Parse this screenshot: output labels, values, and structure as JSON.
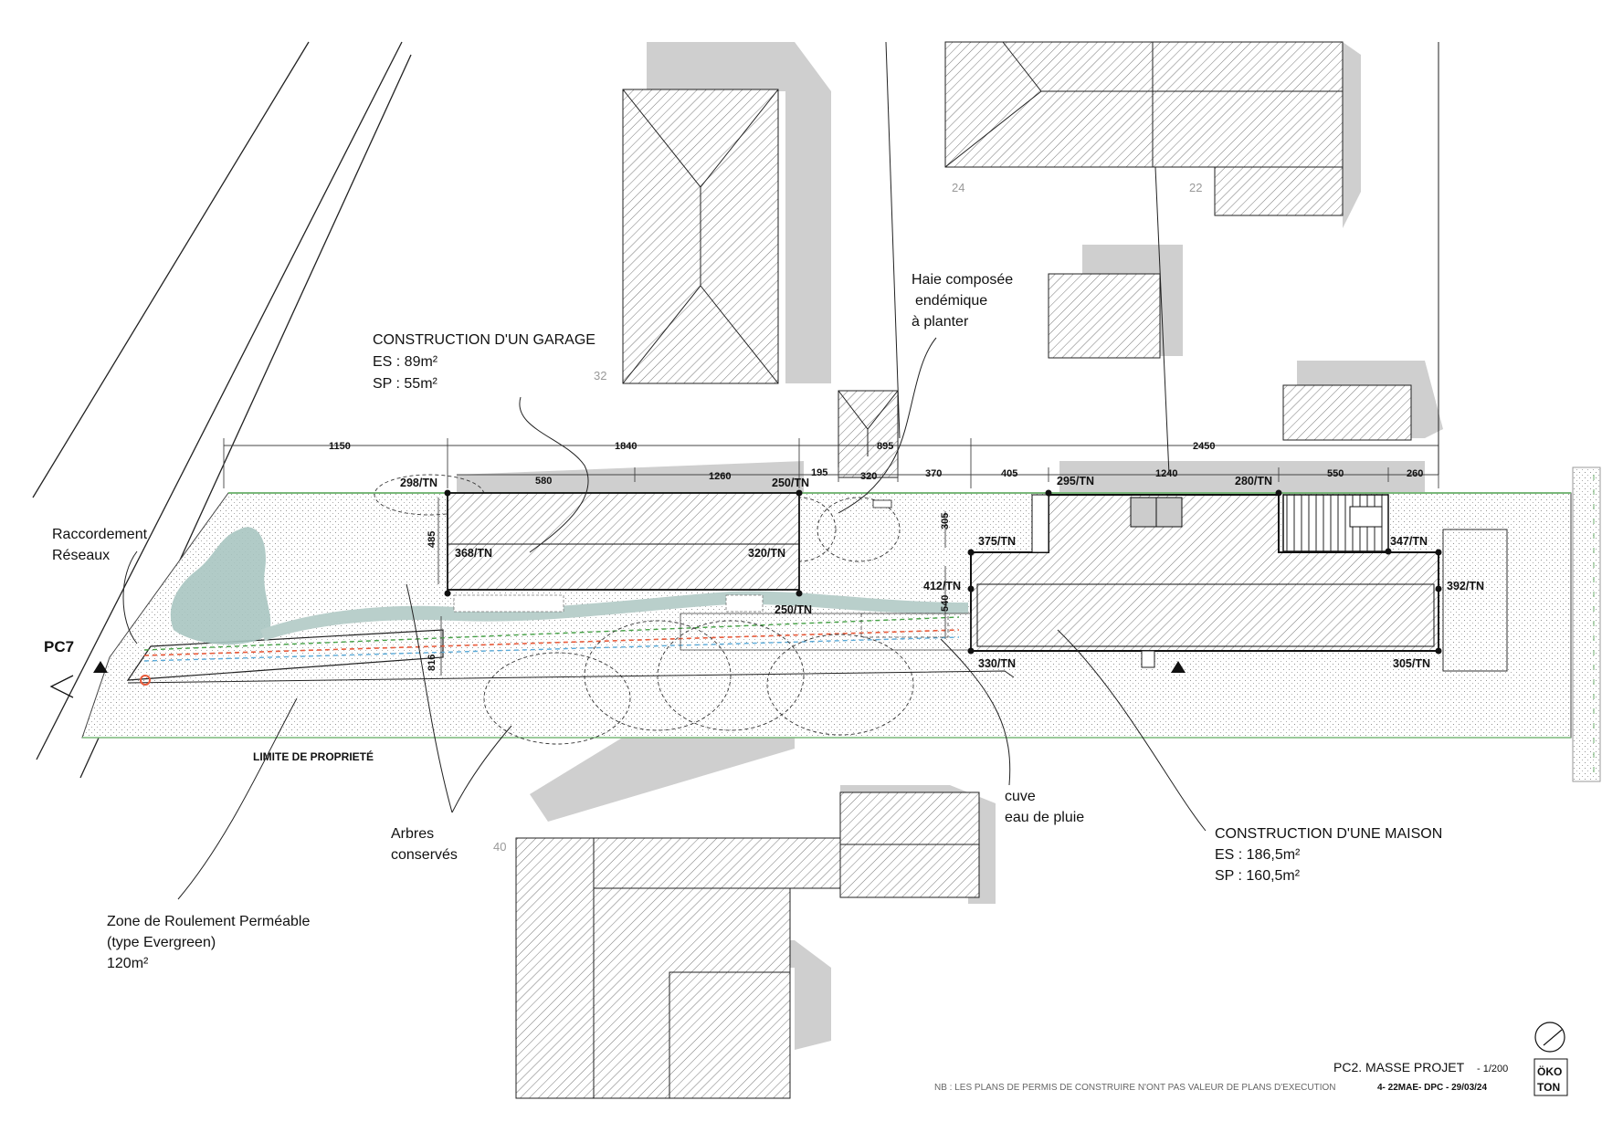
{
  "labels": {
    "garage_title": "CONSTRUCTION D'UN GARAGE",
    "garage_es": "ES : 89m²",
    "garage_sp": "SP : 55m²",
    "hedge_l1": "Haie composée",
    "hedge_l2": "endémique",
    "hedge_l3": "à planter",
    "network_l1": "Raccordement",
    "network_l2": "Réseaux",
    "pc7": "PC7",
    "property_limit": "LIMITE DE PROPRIETÉ",
    "trees_l1": "Arbres",
    "trees_l2": "conservés",
    "tank_l1": "cuve",
    "tank_l2": "eau de pluie",
    "house_title": "CONSTRUCTION D'UNE MAISON",
    "house_es": "ES : 186,5m²",
    "house_sp": "SP : 160,5m²",
    "zone_l1": "Zone de Roulement Perméable",
    "zone_l2": "(type Evergreen)",
    "zone_l3": "120m²"
  },
  "plot_numbers": {
    "n24": "24",
    "n22": "22",
    "n32": "32",
    "n40": "40"
  },
  "dimensions": {
    "d1150": "1150",
    "d1840": "1840",
    "d2450": "2450",
    "d580": "580",
    "d1260": "1260",
    "d195": "195",
    "d320": "320",
    "d370": "370",
    "d405": "405",
    "d1240": "1240",
    "d550": "550",
    "d260": "260",
    "d895": "895",
    "d485": "485",
    "d305": "305",
    "d540": "540",
    "d816": "816"
  },
  "levels": {
    "l298": "298/TN",
    "l250a": "250/TN",
    "l368": "368/TN",
    "l320": "320/TN",
    "l250b": "250/TN",
    "l295": "295/TN",
    "l280": "280/TN",
    "l375": "375/TN",
    "l347": "347/TN",
    "l412": "412/TN",
    "l392": "392/TN",
    "l330": "330/TN",
    "l305": "305/TN"
  },
  "title_block": {
    "title": "PC2. MASSE PROJET",
    "scale": "- 1/200",
    "note": "NB : LES PLANS DE PERMIS DE CONSTRUIRE N'ONT PAS VALEUR DE PLANS D'EXECUTION",
    "reference": "4- 22MAE- DPC - 29/03/24",
    "logo_l1": "ÖKO",
    "logo_l2": "TON"
  }
}
